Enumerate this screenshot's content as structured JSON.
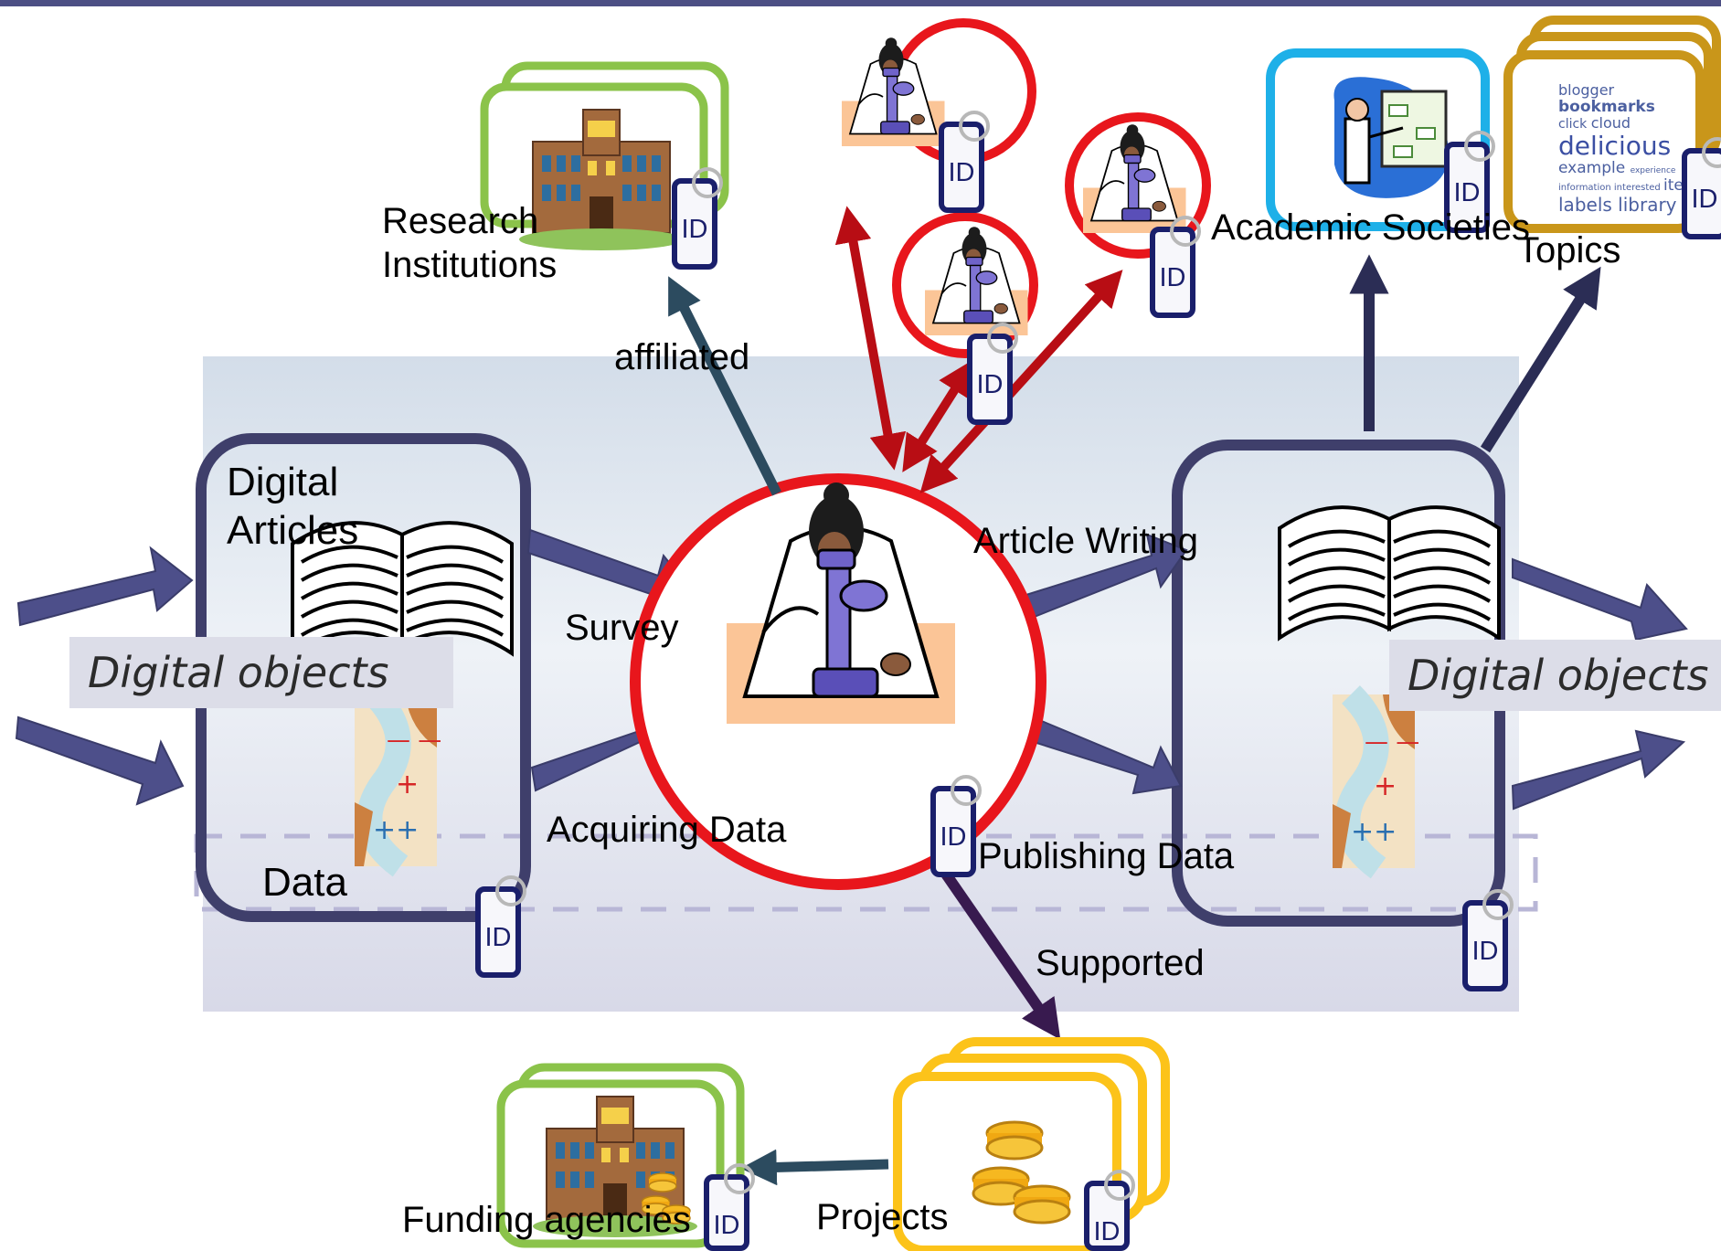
{
  "labels": {
    "research_institutions": [
      "Research",
      "Institutions"
    ],
    "affiliated": "affiliated",
    "digital_articles": [
      "Digital",
      "Articles"
    ],
    "data": "Data",
    "survey": "Survey",
    "acquiring_data": "Acquiring Data",
    "article_writing": "Article Writing",
    "publishing_data": "Publishing Data",
    "supported": "Supported",
    "academic_societies": "Academic Societies",
    "topics": "Topics",
    "projects": "Projects",
    "funding_agencies": "Funding agencies",
    "digital_objects_left": "Digital objects",
    "digital_objects_right": "Digital objects"
  },
  "id_tag": "ID",
  "tag_cloud": {
    "line1": [
      "blogger",
      "bookmarks"
    ],
    "line2": [
      "click",
      "cloud"
    ],
    "line3": [
      "delicious"
    ],
    "line4": [
      "example",
      "experience"
    ],
    "line5": [
      "information",
      "interested",
      "ite"
    ],
    "line6": [
      "labels",
      "library"
    ]
  },
  "colors": {
    "researcher_circle": "#e8161c",
    "arrow_red": "#b80d14",
    "box_border": "#3f3f6b",
    "flow_arrow": "#4a4b84",
    "green_frame": "#8bc34a",
    "blue_frame": "#1eb0e8",
    "gold_frame": "#c9961a",
    "yellow_frame": "#fcc31a",
    "panel": "#d7dbe7"
  }
}
